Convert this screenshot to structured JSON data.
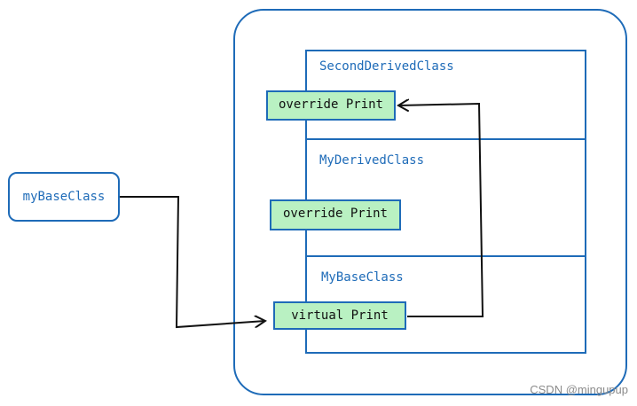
{
  "diagram": {
    "variable": {
      "label": "myBaseClass"
    },
    "sections": [
      {
        "label": "SecondDerivedClass",
        "method": "override Print"
      },
      {
        "label": "MyDerivedClass",
        "method": "override Print"
      },
      {
        "label": "MyBaseClass",
        "method": "virtual Print"
      }
    ],
    "colors": {
      "stroke": "#1e6bb8",
      "method_fill": "#b9f1c2",
      "arrow": "#111111",
      "watermark": "#8b8b8b"
    }
  },
  "footer": {
    "watermark": "CSDN @mingupup"
  }
}
